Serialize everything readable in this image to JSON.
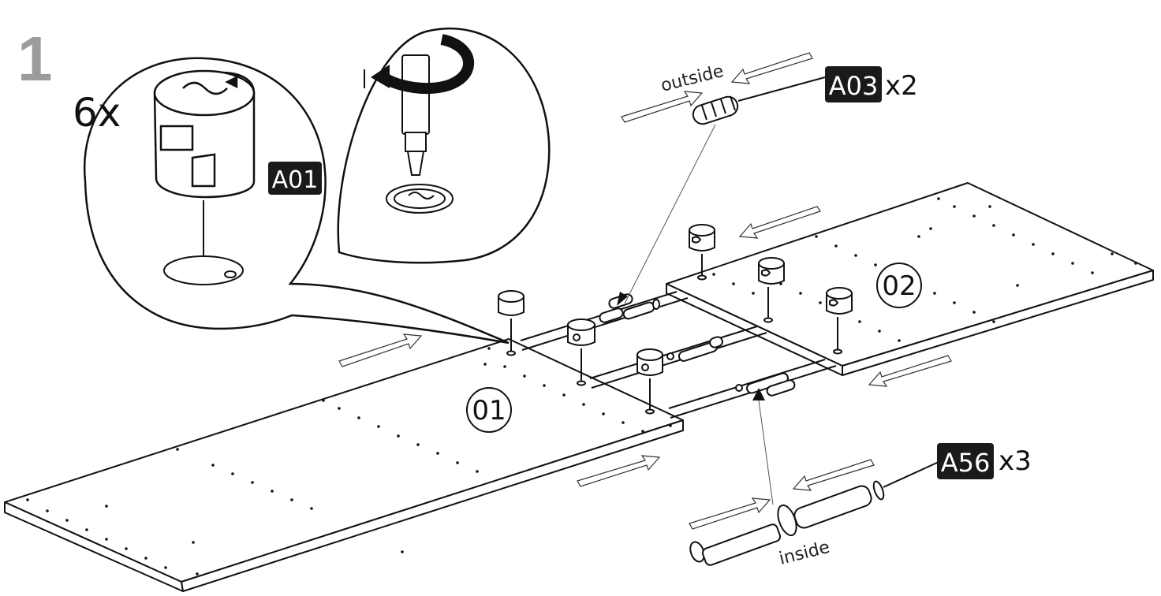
{
  "step": {
    "number": "1"
  },
  "callout": {
    "quantity": "6x",
    "part_code": "A01"
  },
  "parts": [
    {
      "code": "A03",
      "quantity": "x2",
      "note": "outside"
    },
    {
      "code": "A56",
      "quantity": "x3",
      "note": "inside"
    }
  ],
  "panels": [
    {
      "label": "01"
    },
    {
      "label": "02"
    }
  ],
  "colors": {
    "ink": "#111111",
    "step_number": "#9c9c9c",
    "badge_bg": "#1a1a1a",
    "badge_text": "#ffffff"
  }
}
